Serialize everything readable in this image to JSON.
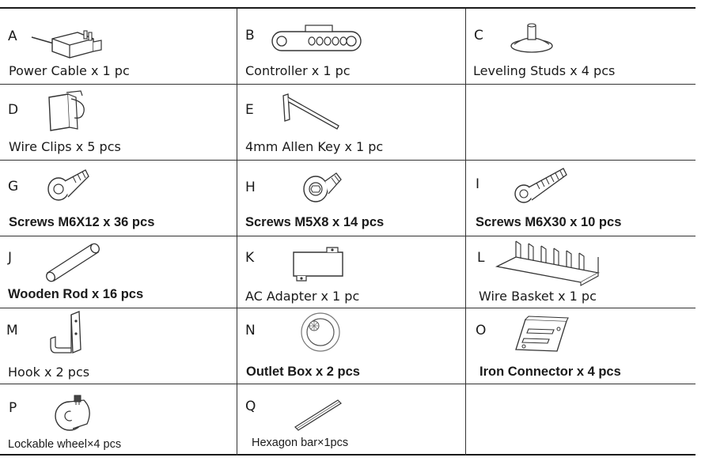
{
  "parts": [
    {
      "letter": "A",
      "label": "Power Cable x 1 pc",
      "icon": "power-cable-icon"
    },
    {
      "letter": "B",
      "label": "Controller x 1 pc",
      "icon": "controller-icon"
    },
    {
      "letter": "C",
      "label": "Leveling Studs x 4 pcs",
      "icon": "leveling-stud-icon"
    },
    {
      "letter": "D",
      "label": "Wire Clips x 5 pcs",
      "icon": "wire-clip-icon"
    },
    {
      "letter": "E",
      "label": "4mm Allen Key x 1 pc",
      "icon": "allen-key-icon"
    },
    {
      "letter": "G",
      "label": "Screws M6X12 x 36 pcs",
      "icon": "screw-m6x12-icon"
    },
    {
      "letter": "H",
      "label": "Screws M5X8 x 14 pcs",
      "icon": "screw-m5x8-icon"
    },
    {
      "letter": "I",
      "label": "Screws M6X30 x 10 pcs",
      "icon": "screw-m6x30-icon"
    },
    {
      "letter": "J",
      "label": "Wooden Rod x 16 pcs",
      "icon": "wooden-rod-icon"
    },
    {
      "letter": "K",
      "label": "AC Adapter x 1 pc",
      "icon": "ac-adapter-icon"
    },
    {
      "letter": "L",
      "label": "Wire Basket x 1 pc",
      "icon": "wire-basket-icon"
    },
    {
      "letter": "M",
      "label": "Hook x 2 pcs",
      "icon": "hook-icon"
    },
    {
      "letter": "N",
      "label": "Outlet Box x 2 pcs",
      "icon": "outlet-box-icon"
    },
    {
      "letter": "O",
      "label": "Iron Connector x 4 pcs",
      "icon": "iron-connector-icon"
    },
    {
      "letter": "P",
      "label": "Lockable wheel×4 pcs",
      "icon": "lockable-wheel-icon"
    },
    {
      "letter": "Q",
      "label": "Hexagon bar×1pcs",
      "icon": "hexagon-bar-icon"
    }
  ]
}
